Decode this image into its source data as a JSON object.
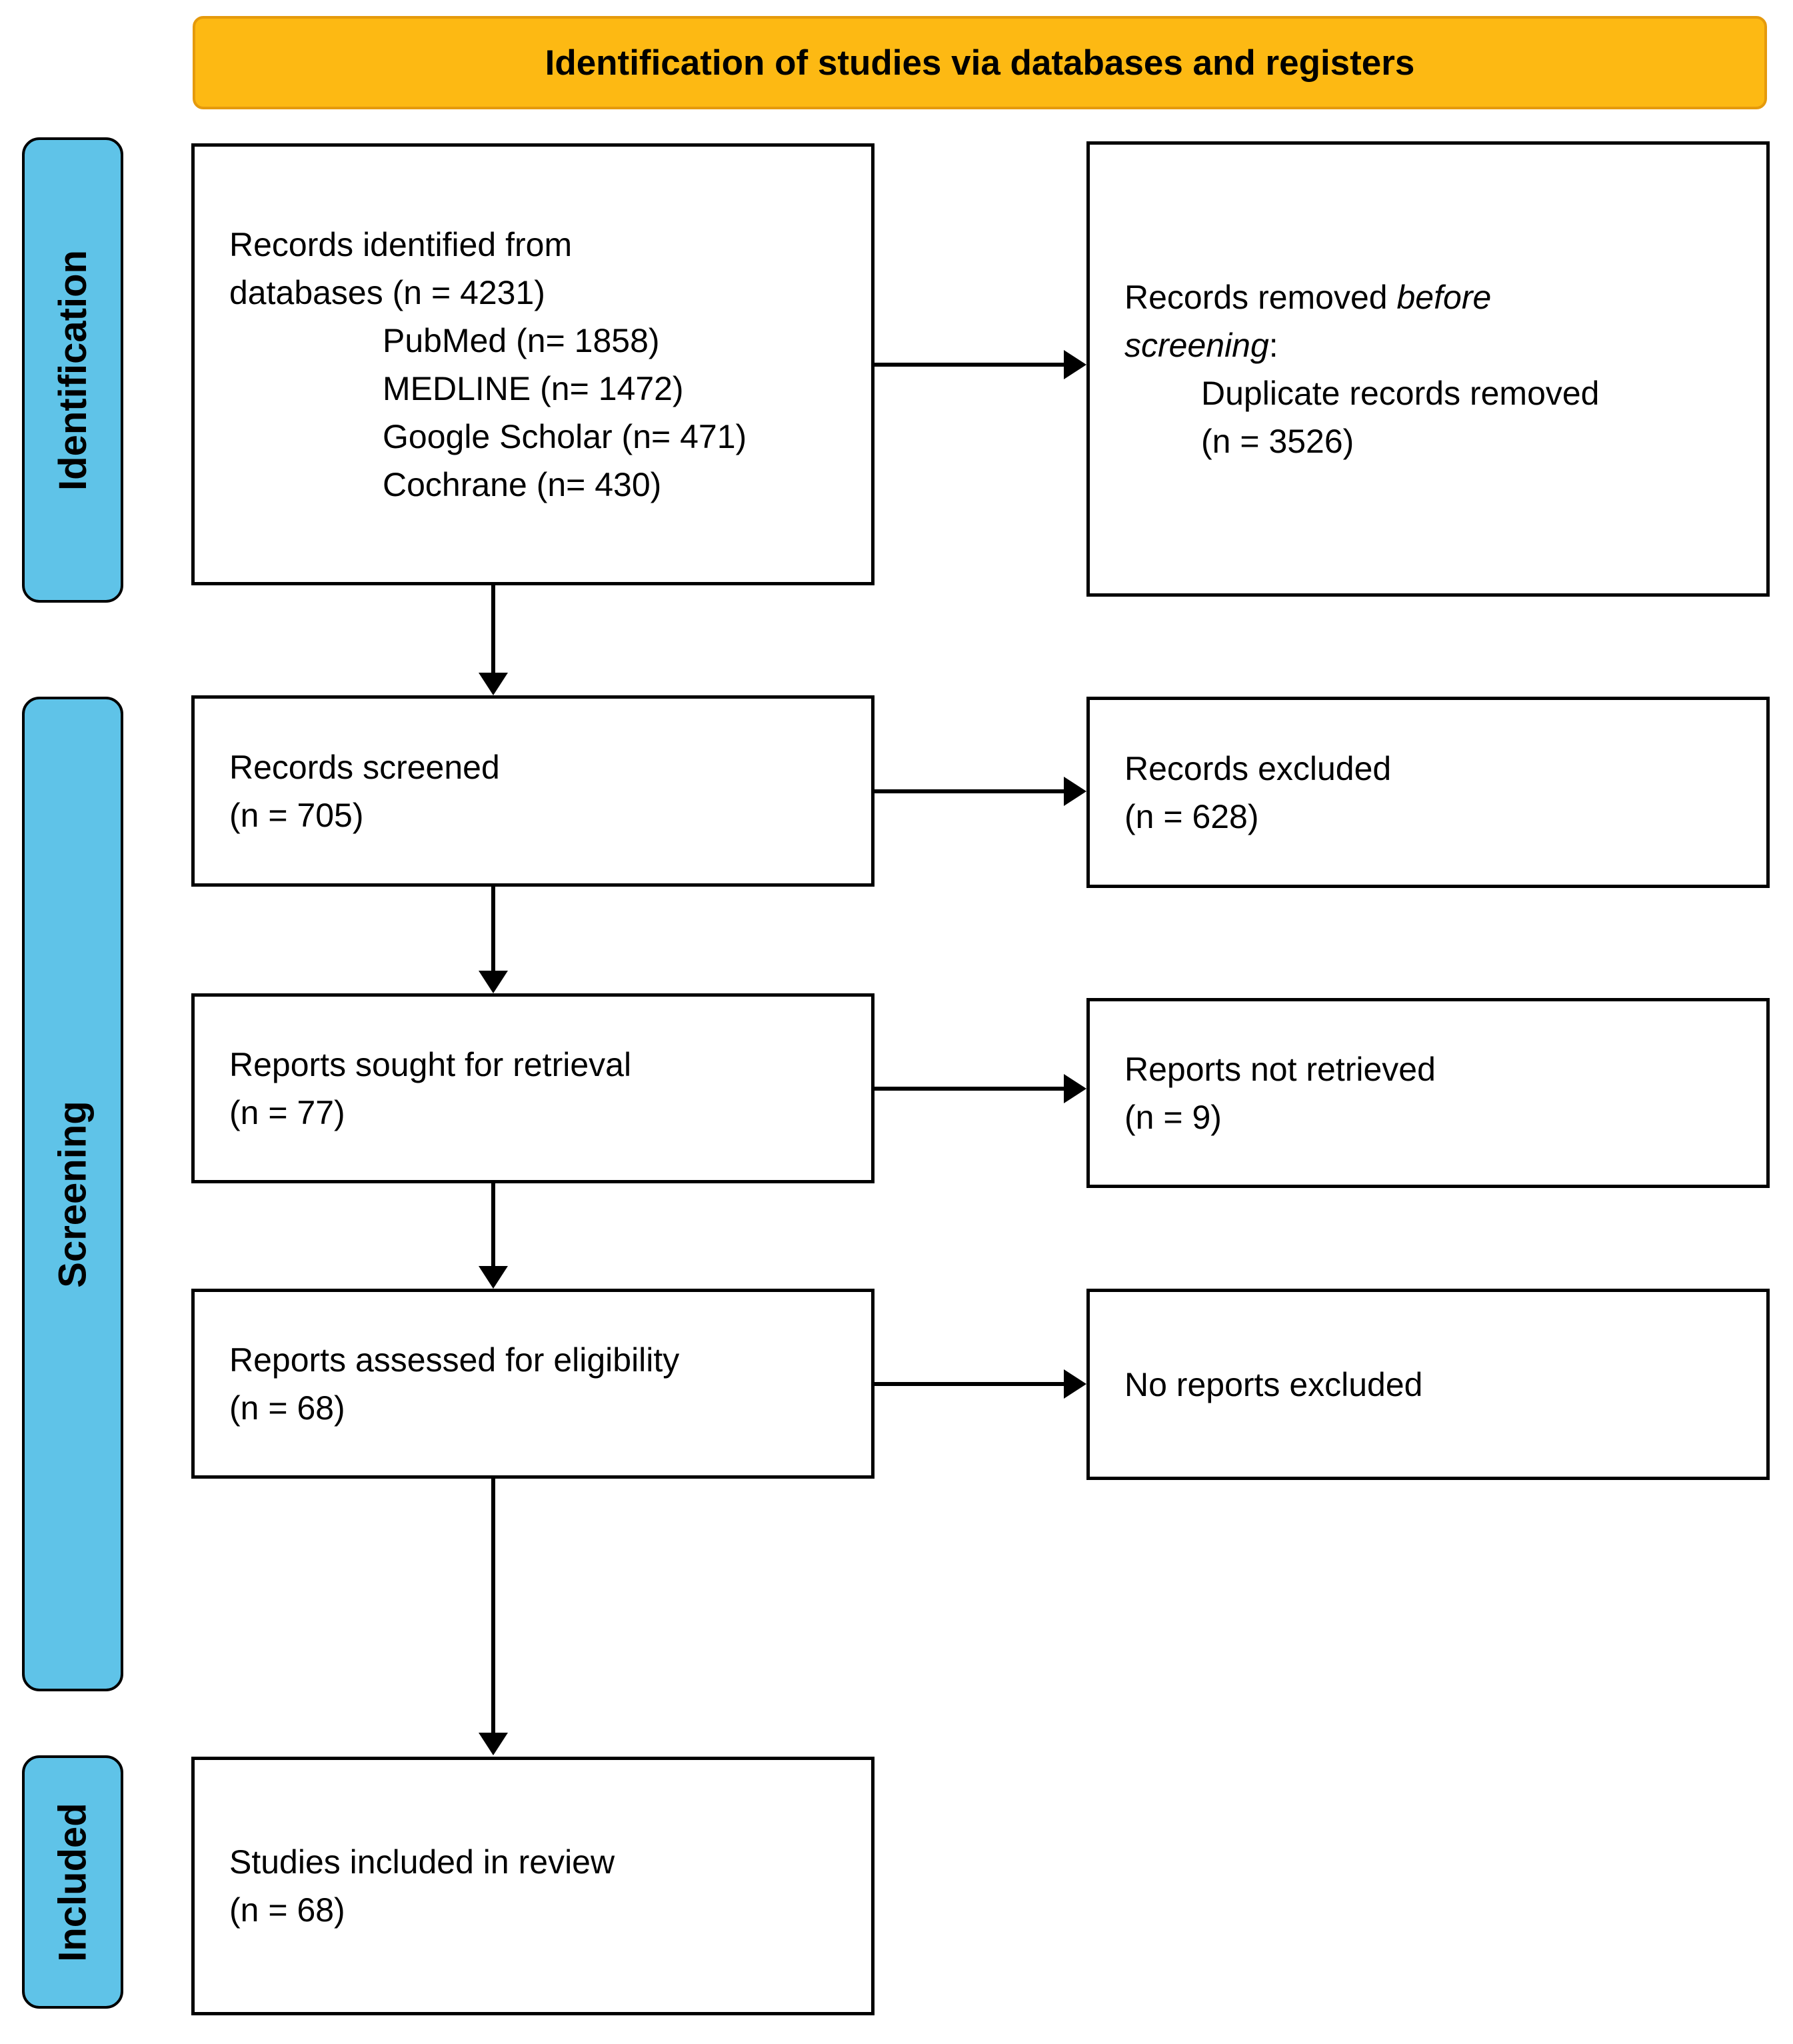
{
  "header": {
    "title": "Identification of studies via databases and registers"
  },
  "stages": [
    {
      "label": "Identification"
    },
    {
      "label": "Screening"
    },
    {
      "label": "Included"
    }
  ],
  "boxes": {
    "identified": {
      "line1": "Records identified from",
      "line2": "databases (n = 4231)",
      "sub1": "PubMed (n= 1858)",
      "sub2": "MEDLINE (n= 1472)",
      "sub3": "Google Scholar (n= 471)",
      "sub4": "Cochrane (n= 430)"
    },
    "removed": {
      "line1_normal": "Records removed ",
      "line1_italic": "before",
      "line2_italic": "screening",
      "line2_suffix": ":",
      "sub1": "Duplicate records removed",
      "sub2": "(n = 3526)"
    },
    "screened": {
      "line1": "Records screened",
      "line2": "(n = 705)"
    },
    "excluded": {
      "line1": "Records excluded",
      "line2": "(n = 628)"
    },
    "sought": {
      "line1": "Reports sought for retrieval",
      "line2": "(n = 77)"
    },
    "not_retrieved": {
      "line1": "Reports not retrieved",
      "line2": "(n = 9)"
    },
    "assessed": {
      "line1": "Reports assessed for eligibility",
      "line2": "(n = 68)"
    },
    "no_excluded": {
      "line1": "No reports excluded"
    },
    "included_box": {
      "line1": "Studies included in review",
      "line2": "(n = 68)"
    }
  },
  "colors": {
    "header_bg": "#FDB913",
    "header_border": "#E59A0C",
    "stage_bg": "#5FC3E8",
    "arrow_color": "#000000"
  }
}
